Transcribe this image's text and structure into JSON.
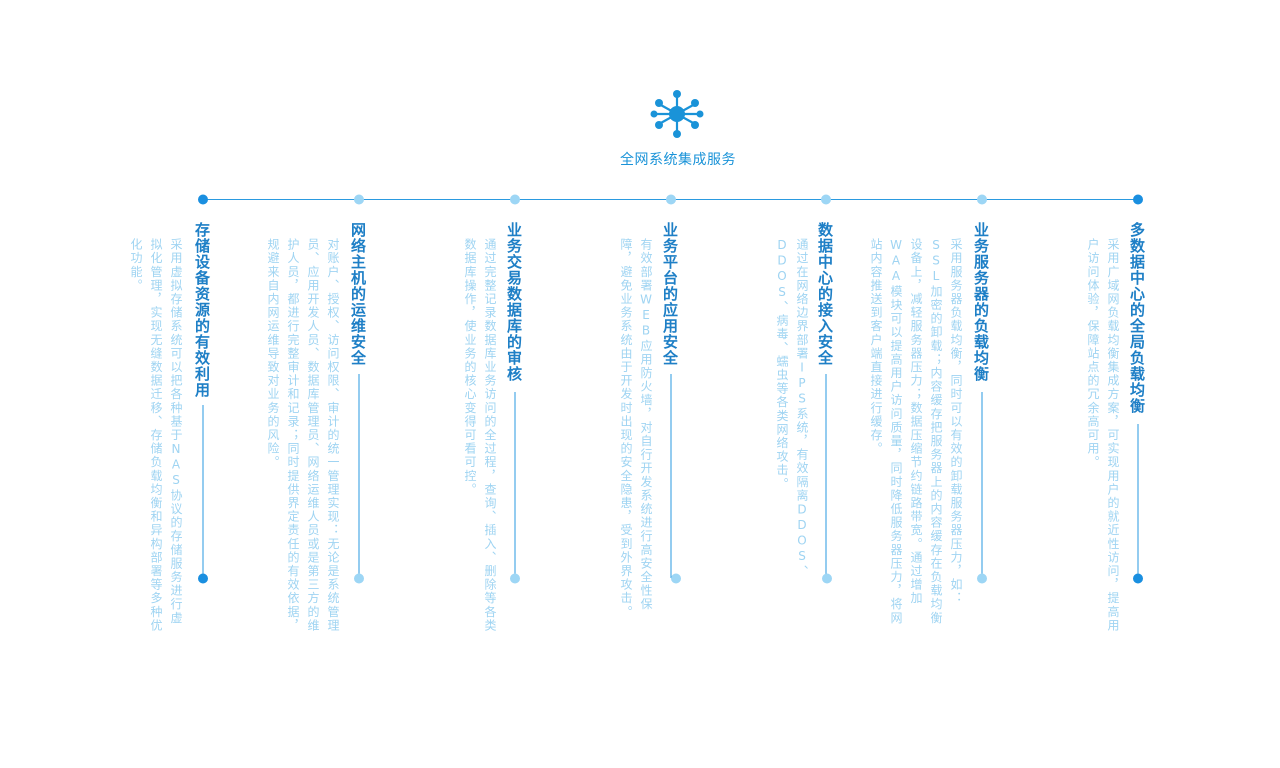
{
  "hub": {
    "icon": "network-hub-icon",
    "title": "全网系统集成服务"
  },
  "colors": {
    "accent": "#1a93d8",
    "line": "#2a9ae0",
    "dot_dark": "#1a8fe0",
    "dot_light": "#9dd6f5",
    "title_text": "#1e7fc6",
    "desc_text": "#9fd4f2"
  },
  "columns": [
    {
      "title": "多数据中心的全局负载均衡",
      "description": "采用广域网负载均衡集成方案，可实现用户的就近性访问，提高用户访问体验，保障站点的冗余高可用。"
    },
    {
      "title": "业务服务器的负载均衡",
      "description": "采用服务器负载均衡，同时可以有效的卸载服务器压力，如：SSL加密的卸载；内容缓存把服务器上的内容缓存在负载均衡设备上，减轻服务器压力；数据压缩节约链路带宽。通过增加WAA模块可以提高用户访问质量，同时降低服务器压力，将网站内容推送到客户端直接进行缓存。"
    },
    {
      "title": "数据中心的接入安全",
      "description": "通过在网络边界部署IPS系统，有效隔离DDOS、DDOS、病毒、蠕虫等各类网络攻击。"
    },
    {
      "title": "业务平台的应用安全",
      "description": "有效部署WEB应用防火墙，对自行开发系统进行高安全性保障，避免业务系统由于开发时出现的安全隐患，受到外界攻击。"
    },
    {
      "title": "业务交易数据库的审核",
      "description": "通过完整记录数据库业务访问的全过程，查询、插入、删除等各类数据库操作，使业务的核心变得可看可控。"
    },
    {
      "title": "网络主机的运维安全",
      "description": "对账户、授权、访问权限、审计的统一管理实现：无论是系统管理员、应用开发人员、数据库管理员、网络运维人员或是第三方的维护人员，都进行完整审计和记录；同时提供界定责任的有效依据，规避来自内网运维导致对业务的风险。"
    },
    {
      "title": "存储设备资源的有效利用",
      "description": "采用虚拟存储系统可以把各种基于NAS协议的存储服务进行虚拟化管理，实现无缝数据迁移、存储负载均衡和异构部署等多种优化功能。"
    }
  ]
}
